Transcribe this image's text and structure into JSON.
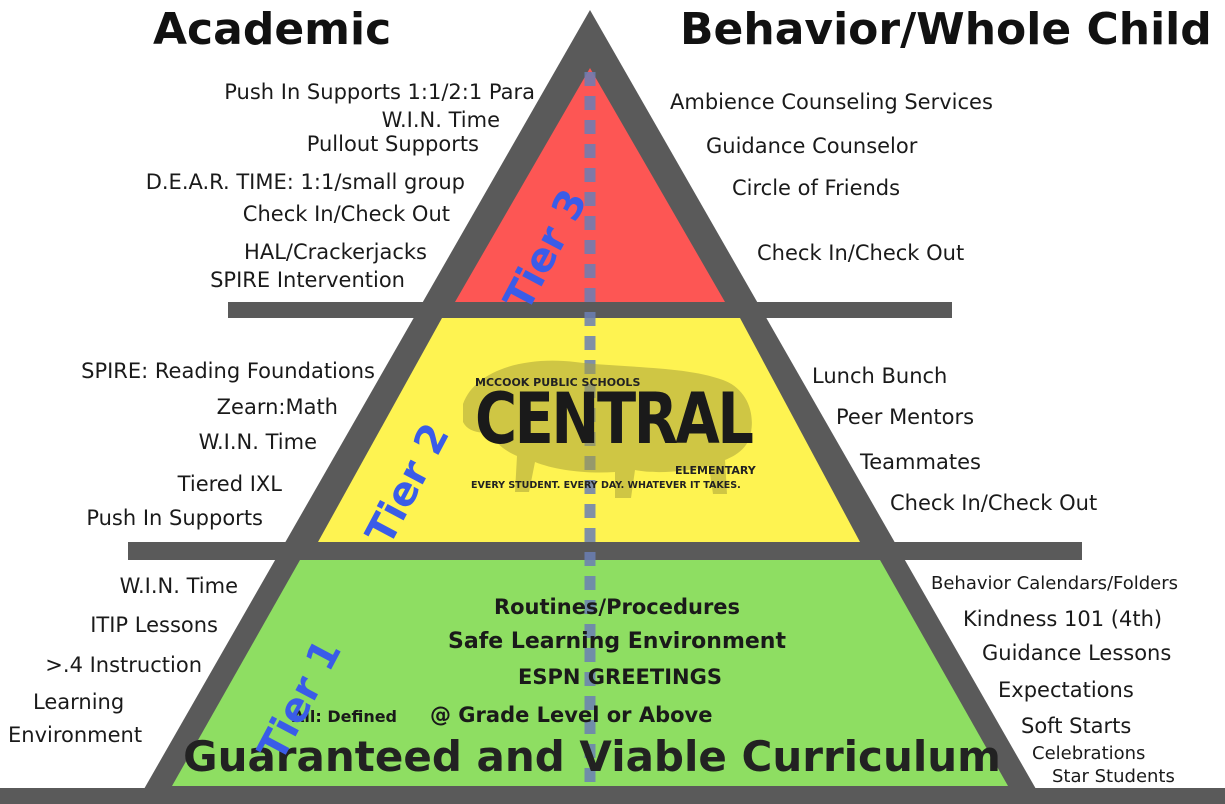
{
  "headers": {
    "academic": "Academic",
    "behavior": "Behavior/Whole Child"
  },
  "tiers": {
    "tier3": "Tier 3",
    "tier2": "Tier 2",
    "tier1": "Tier 1"
  },
  "colors": {
    "tier3": "#fd5654",
    "tier2": "#fef351",
    "tier1": "#8ede62",
    "frame": "#5a5a5a",
    "tier_label": "#3a5ce8"
  },
  "academic": {
    "tier3": [
      "Push In Supports 1:1/2:1 Para",
      "W.I.N. Time",
      "Pullout Supports",
      "D.E.A.R. TIME: 1:1/small group",
      "Check In/Check Out",
      "HAL/Crackerjacks",
      "SPIRE Intervention"
    ],
    "tier2": [
      "SPIRE: Reading Foundations",
      "Zearn:Math",
      "W.I.N. Time",
      "Tiered IXL",
      "Push In Supports"
    ],
    "tier1": [
      "W.I.N. Time",
      "ITIP Lessons",
      ">.4 Instruction",
      "Learning",
      "Environment"
    ]
  },
  "behavior": {
    "tier3": [
      "Ambience Counseling Services",
      "Guidance Counselor",
      "Circle of Friends",
      "Check In/Check Out"
    ],
    "tier2": [
      "Lunch Bunch",
      "Peer Mentors",
      "Teammates",
      "Check In/Check Out"
    ],
    "tier1": [
      "Behavior Calendars/Folders",
      "Kindness 101 (4th)",
      "Guidance Lessons",
      "Expectations",
      "Soft Starts",
      "Celebrations",
      "Star Students"
    ]
  },
  "tier1_center": {
    "lines": [
      "Routines/Procedures",
      "Safe Learning Environment",
      "ESPN GREETINGS"
    ],
    "defined_prefix": "All: Defined",
    "defined": "@ Grade Level or Above",
    "footer": "Guaranteed and Viable Curriculum"
  },
  "logo": {
    "top": "MCCOOK PUBLIC SCHOOLS",
    "main": "CENTRAL",
    "sub": "ELEMENTARY",
    "tagline": "EVERY STUDENT.  EVERY DAY.  WHATEVER IT TAKES."
  }
}
